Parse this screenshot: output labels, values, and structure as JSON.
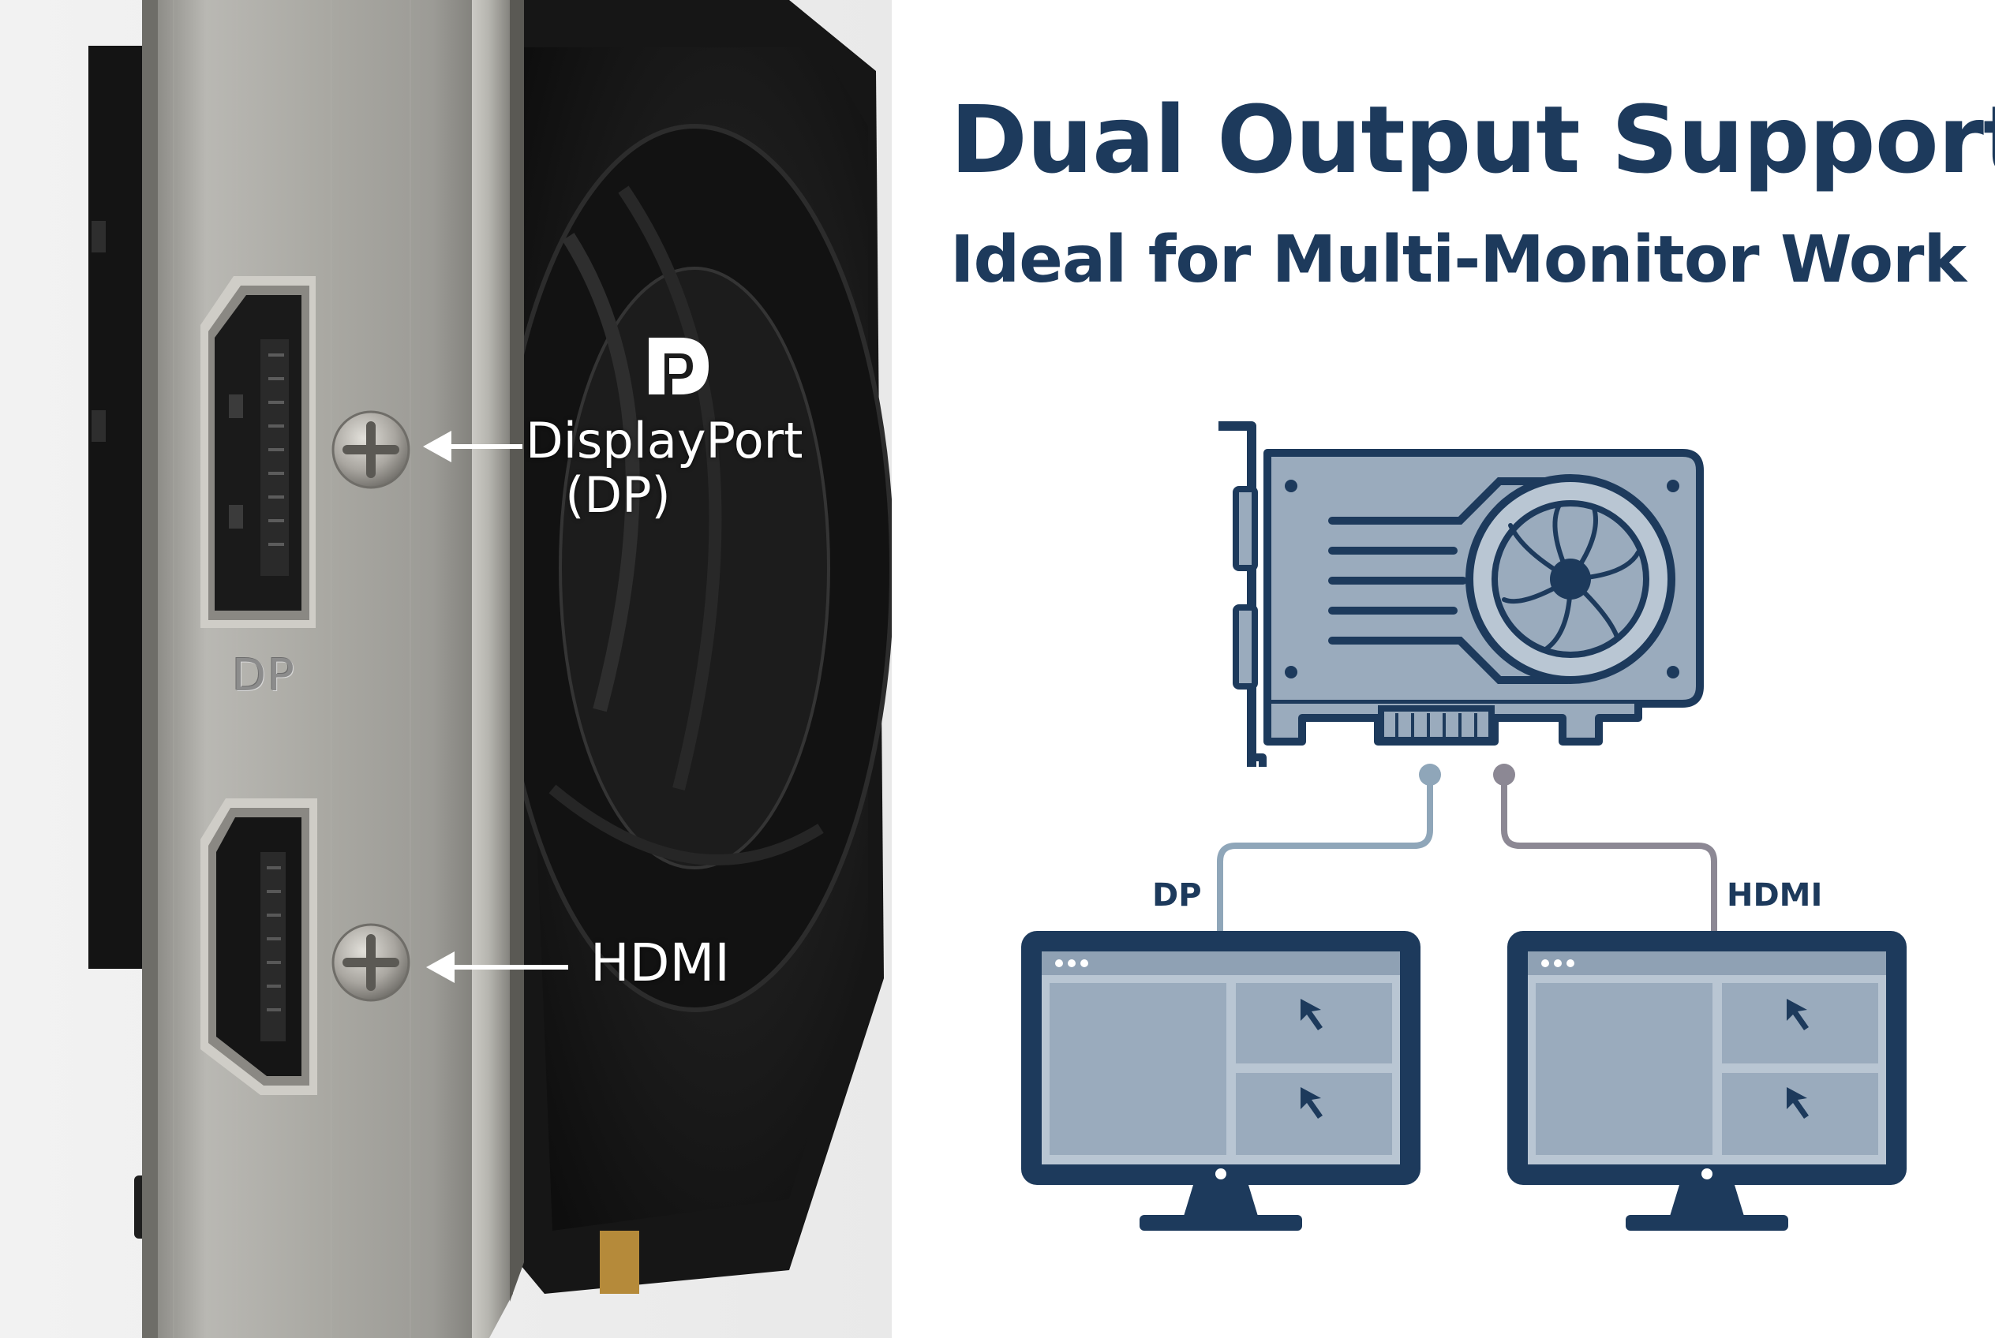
{
  "colors": {
    "accent": "#1d3a5c",
    "diagram_fill": "#9aabbd",
    "diagram_fill_light": "#b9c6d3",
    "cable_dp": "#8fa6b9",
    "cable_hdmi": "#8c8894",
    "bracket_metal": "#a9a8a3",
    "card_shroud": "#1b1b1b"
  },
  "headline": {
    "title": "Dual Output Support",
    "subtitle": "Ideal for Multi-Monitor Work"
  },
  "photo": {
    "displayport_logo_icon": "displayport-logo-icon",
    "dp_callout": {
      "line1": "DisplayPort",
      "line2": "(DP)"
    },
    "hdmi_callout": "HDMI",
    "bracket_engraving": "DP"
  },
  "diagram": {
    "card_icon": "graphics-card-icon",
    "monitors": [
      {
        "port_label": "DP",
        "icon": "monitor-icon"
      },
      {
        "port_label": "HDMI",
        "icon": "monitor-icon"
      }
    ]
  }
}
